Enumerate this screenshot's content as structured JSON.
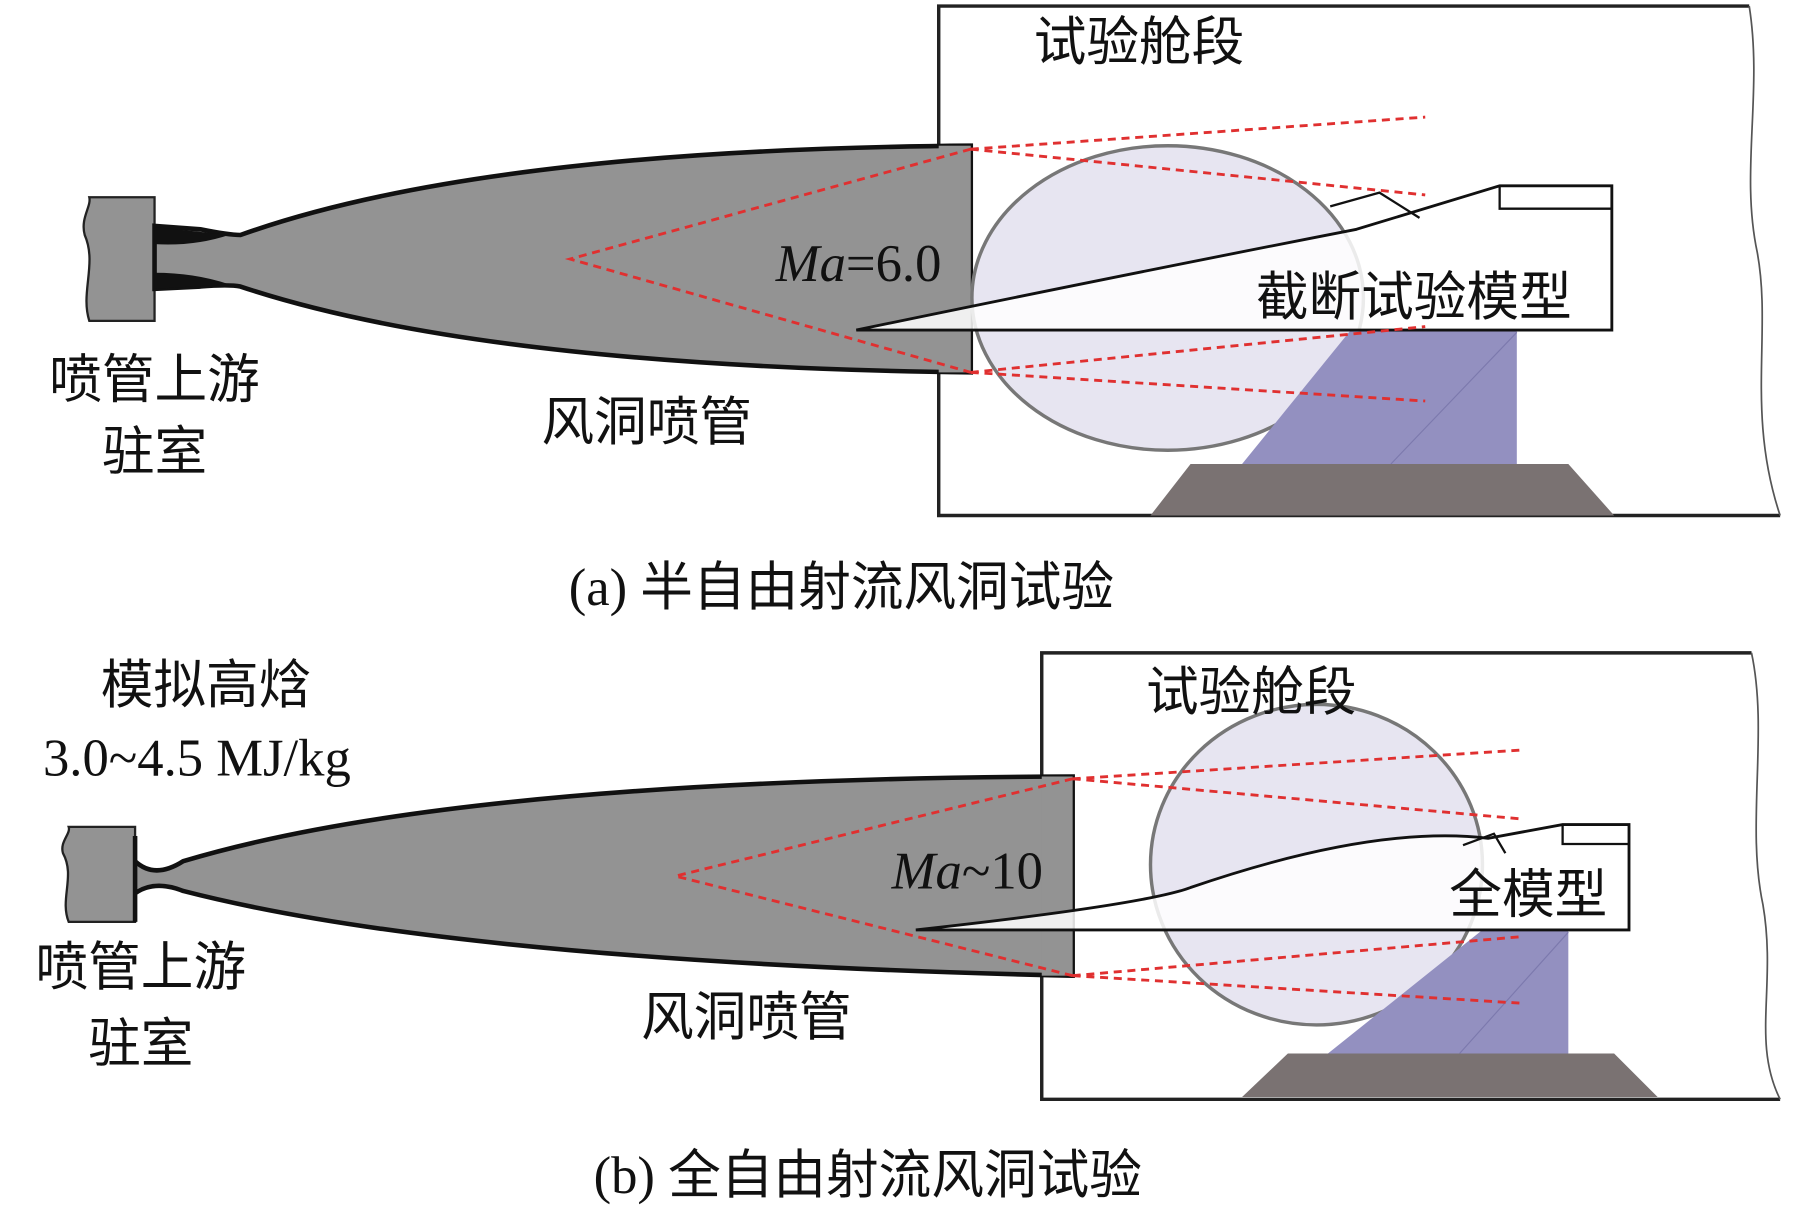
{
  "panel_a": {
    "test_section": "试验舱段",
    "mach_symbol": "Ma",
    "mach_value": "=6.0",
    "model": "截断试验模型",
    "chamber_line1": "喷管上游",
    "chamber_line2": "驻室",
    "nozzle": "风洞喷管",
    "caption": "(a) 半自由射流风洞试验"
  },
  "panel_b": {
    "enthalpy_line1": "模拟高焓",
    "enthalpy_line2": "3.0~4.5 MJ/kg",
    "test_section": "试验舱段",
    "mach_symbol": "Ma",
    "mach_value": "~10",
    "model": "全模型",
    "chamber_line1": "喷管上游",
    "chamber_line2": "驻室",
    "nozzle": "风洞喷管",
    "caption": "(b) 全自由射流风洞试验"
  },
  "colors": {
    "nozzle": "#939393",
    "window": "#e4e2f0",
    "support": "#9390c0",
    "base": "#7a7272",
    "shock": "#e03030"
  }
}
